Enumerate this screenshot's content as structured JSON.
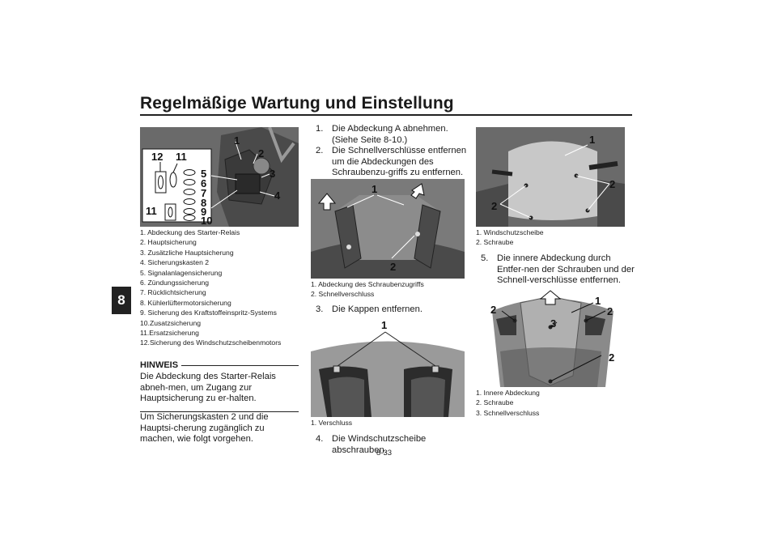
{
  "header": {
    "title": "Regelmäßige Wartung und Einstellung",
    "chapter_tab": "8"
  },
  "page_number": "8-33",
  "col1": {
    "fig_labels": [
      "1",
      "2",
      "3",
      "4",
      "5",
      "6",
      "7",
      "8",
      "9",
      "10",
      "11",
      "11",
      "12"
    ],
    "captions": [
      "1. Abdeckung des Starter-Relais",
      "2. Hauptsicherung",
      "3. Zusätzliche Hauptsicherung",
      "4. Sicherungskasten 2",
      "5. Signalanlagensicherung",
      "6. Zündungssicherung",
      "7. Rücklichtsicherung",
      "8. Kühlerlüftermotorsicherung",
      "9. Sicherung des Kraftstoffeinspritz-Systems",
      "10.Zusatzsicherung",
      "11.Ersatzsicherung",
      "12.Sicherung des Windschutzscheibenmotors"
    ],
    "note_heading": "HINWEIS",
    "note_text": "Die Abdeckung des Starter-Relais abneh-men, um Zugang zur Hauptsicherung zu er-halten.",
    "after_note": "Um Sicherungskasten 2 und die Hauptsi-cherung zugänglich zu machen, wie folgt vorgehen."
  },
  "col2": {
    "steps_a": [
      {
        "n": "1.",
        "text": "Die Abdeckung A abnehmen. (Siehe Seite 8-10.)"
      },
      {
        "n": "2.",
        "text": "Die Schnellverschlüsse entfernen um die Abdeckungen des Schraubenzu-griffs zu entfernen."
      }
    ],
    "fig1_labels": [
      "1",
      "2"
    ],
    "fig1_captions": [
      "1. Abdeckung des Schraubenzugriffs",
      "2. Schnellverschluss"
    ],
    "step3": {
      "n": "3.",
      "text": "Die Kappen entfernen."
    },
    "fig2_labels": [
      "1"
    ],
    "fig2_captions": [
      "1. Verschluss"
    ],
    "step4": {
      "n": "4.",
      "text": "Die Windschutzscheibe abschrauben."
    }
  },
  "col3": {
    "fig1_labels": [
      "1",
      "2",
      "2"
    ],
    "fig1_captions": [
      "1. Windschutzscheibe",
      "2. Schraube"
    ],
    "step5": {
      "n": "5.",
      "text": "Die innere Abdeckung durch Entfer-nen der Schrauben und der Schnell-verschlüsse entfernen."
    },
    "fig2_labels": [
      "1",
      "2",
      "2",
      "3",
      "2"
    ],
    "fig2_captions": [
      "1. Innere Abdeckung",
      "2. Schraube",
      "3. Schnellverschluss"
    ]
  }
}
